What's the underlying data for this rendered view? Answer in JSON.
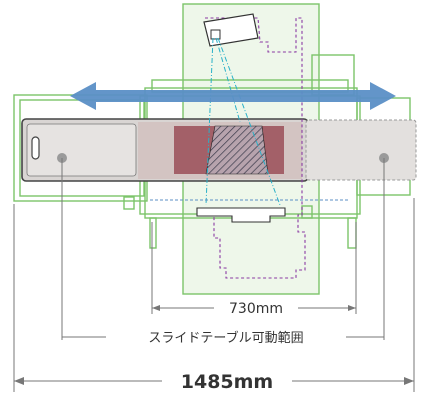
{
  "diagram": {
    "dimensions": {
      "stroke_label": "730mm",
      "total_label": "1485mm"
    },
    "range_label": "スライドテーブル可動範囲",
    "colors": {
      "frame_green": "#7cc46a",
      "frame_green_fill": "#eaf6e4",
      "table_gray": "#d9d5d3",
      "table_outline": "#555555",
      "arrow_blue": "#5b8fc6",
      "dashed_purple": "#8a3aa3",
      "cyan_beam": "#28b0c8",
      "maroon_area": "#9a4f58",
      "dim_line": "#777777"
    }
  }
}
